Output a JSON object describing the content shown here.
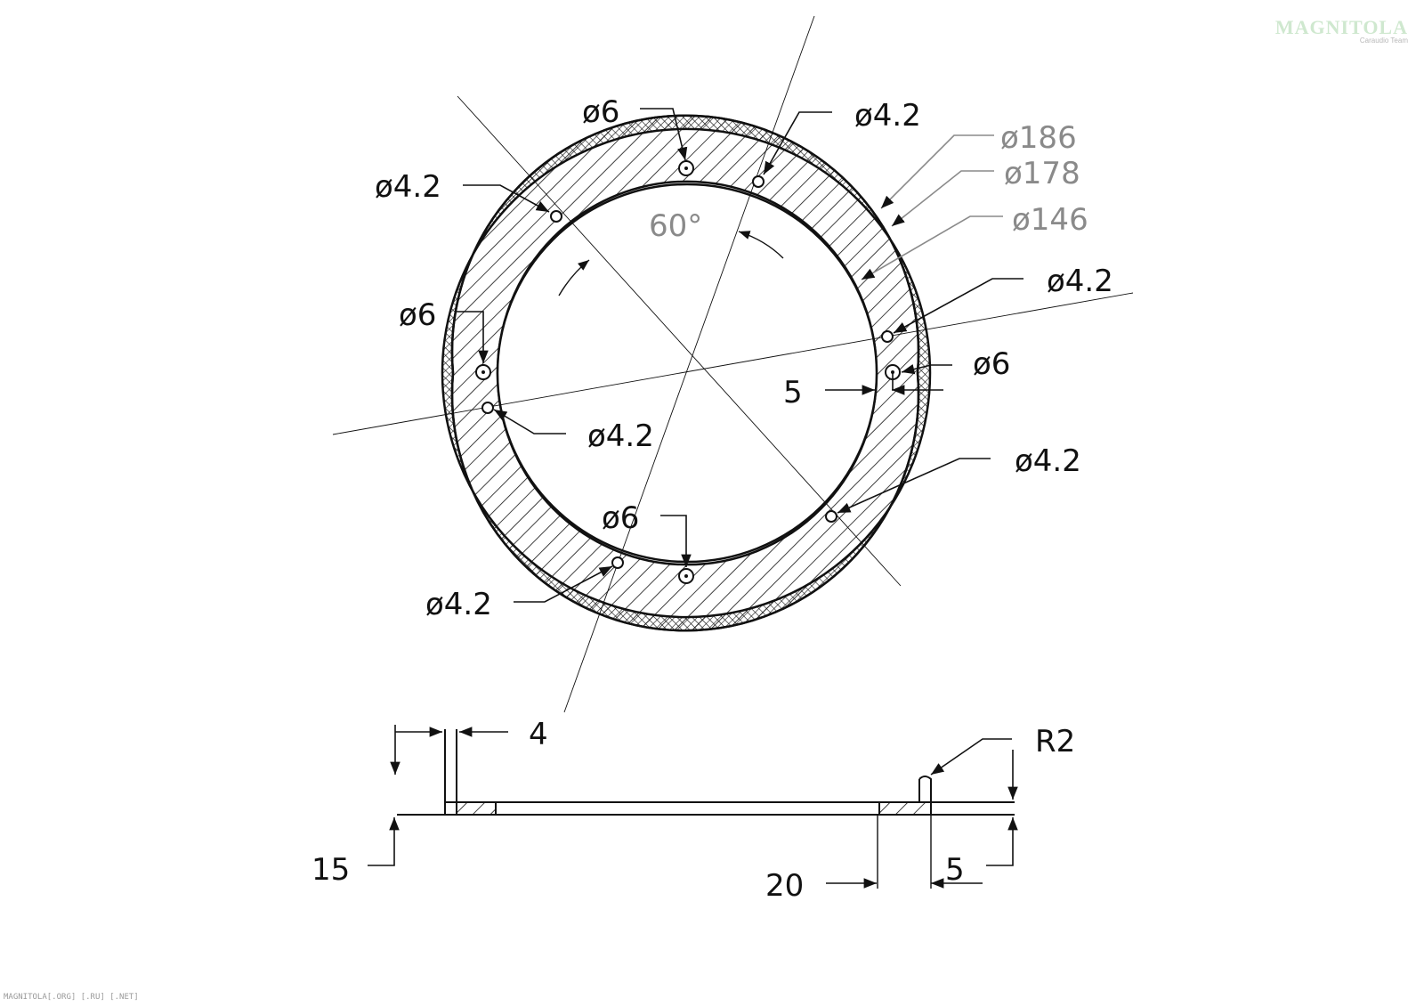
{
  "watermark": {
    "logo": "MAGNITOLA",
    "logo_sub": "Caraudio Team",
    "footer": "MAGNITOLA[.ORG] [.RU] [.NET]"
  },
  "top_view": {
    "angle": "60°",
    "diameters": {
      "outer": "ø186",
      "flange": "ø178",
      "inner": "ø146"
    },
    "holes_large": [
      "ø6",
      "ø6",
      "ø6",
      "ø6"
    ],
    "holes_small": [
      "ø4.2",
      "ø4.2",
      "ø4.2",
      "ø4.2",
      "ø4.2",
      "ø4.2"
    ],
    "offset": "5"
  },
  "section_view": {
    "thickness": "4",
    "height": "15",
    "width": "20",
    "lip": "5",
    "radius": "R2"
  },
  "colors": {
    "line": "#111111",
    "gray_text": "#8a8a8a",
    "logo_green": "#cfe8cf"
  }
}
